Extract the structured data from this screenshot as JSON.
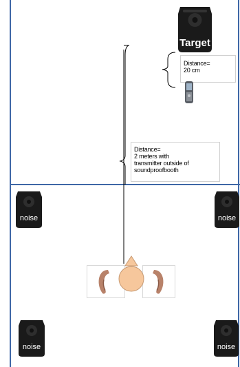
{
  "target_speaker": {
    "label": "Target",
    "icon": "loudspeaker-icon"
  },
  "noise_speakers": [
    {
      "label": "noise",
      "icon": "loudspeaker-icon"
    },
    {
      "label": "noise",
      "icon": "loudspeaker-icon"
    },
    {
      "label": "noise",
      "icon": "loudspeaker-icon"
    },
    {
      "label": "noise",
      "icon": "loudspeaker-icon"
    }
  ],
  "distance_notes": {
    "near": "Distance=\n20 cm",
    "far": "Distance=\n2 meters with\ntransmitter outside of\nsoundproofbooth"
  },
  "devices": {
    "transmitter": {
      "icon": "phone-transmitter-icon"
    },
    "listener": {
      "icon": "listener-head-icon"
    },
    "hearing_aids": [
      {
        "icon": "hearing-aid-icon"
      },
      {
        "icon": "hearing-aid-icon"
      }
    ]
  },
  "colors": {
    "wall": "#3e67a6",
    "speaker": "#1a1a1a",
    "head": "#f6c79c",
    "hearing_aid": "#b8826a"
  }
}
